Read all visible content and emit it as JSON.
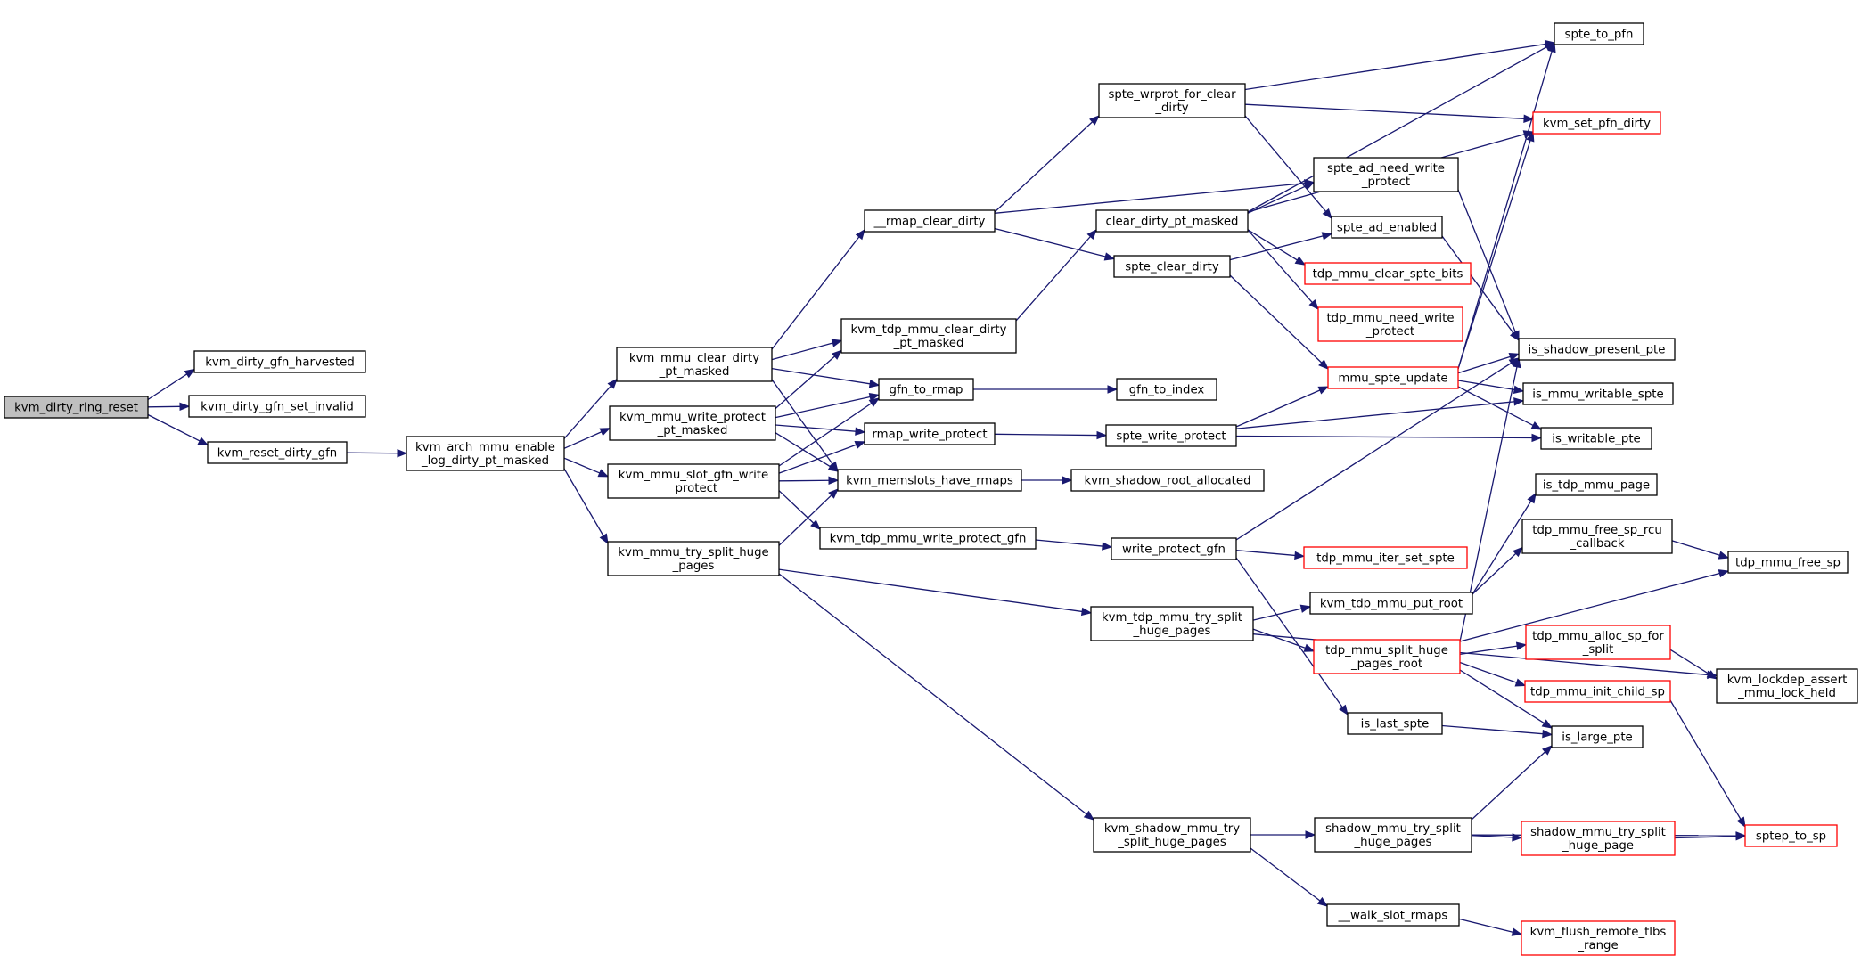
{
  "graph": {
    "root": "kvm_dirty_ring_reset",
    "colors": {
      "edge": "#191970",
      "root_fill": "#bfbfbf",
      "normal_border": "#000000",
      "truncated_border": "#ff0000",
      "background": "#ffffff"
    },
    "nodes": [
      {
        "id": "kvm_dirty_ring_reset",
        "lines": [
          "kvm_dirty_ring_reset"
        ],
        "kind": "root"
      },
      {
        "id": "kvm_dirty_gfn_harvested",
        "lines": [
          "kvm_dirty_gfn_harvested"
        ],
        "kind": "normal"
      },
      {
        "id": "kvm_dirty_gfn_set_invalid",
        "lines": [
          "kvm_dirty_gfn_set_invalid"
        ],
        "kind": "normal"
      },
      {
        "id": "kvm_reset_dirty_gfn",
        "lines": [
          "kvm_reset_dirty_gfn"
        ],
        "kind": "normal"
      },
      {
        "id": "kvm_arch_mmu_enable_log_dirty_pt_masked",
        "lines": [
          "kvm_arch_mmu_enable",
          "_log_dirty_pt_masked"
        ],
        "kind": "normal"
      },
      {
        "id": "kvm_mmu_clear_dirty_pt_masked",
        "lines": [
          "kvm_mmu_clear_dirty",
          "_pt_masked"
        ],
        "kind": "normal"
      },
      {
        "id": "kvm_mmu_write_protect_pt_masked",
        "lines": [
          "kvm_mmu_write_protect",
          "_pt_masked"
        ],
        "kind": "normal"
      },
      {
        "id": "kvm_mmu_slot_gfn_write_protect",
        "lines": [
          "kvm_mmu_slot_gfn_write",
          "_protect"
        ],
        "kind": "normal"
      },
      {
        "id": "kvm_mmu_try_split_huge_pages",
        "lines": [
          "kvm_mmu_try_split_huge",
          "_pages"
        ],
        "kind": "normal"
      },
      {
        "id": "__rmap_clear_dirty",
        "lines": [
          "__rmap_clear_dirty"
        ],
        "kind": "normal"
      },
      {
        "id": "kvm_tdp_mmu_clear_dirty_pt_masked",
        "lines": [
          "kvm_tdp_mmu_clear_dirty",
          "_pt_masked"
        ],
        "kind": "normal"
      },
      {
        "id": "gfn_to_rmap",
        "lines": [
          "gfn_to_rmap"
        ],
        "kind": "normal"
      },
      {
        "id": "rmap_write_protect",
        "lines": [
          "rmap_write_protect"
        ],
        "kind": "normal"
      },
      {
        "id": "kvm_memslots_have_rmaps",
        "lines": [
          "kvm_memslots_have_rmaps"
        ],
        "kind": "normal"
      },
      {
        "id": "kvm_tdp_mmu_write_protect_gfn",
        "lines": [
          "kvm_tdp_mmu_write_protect_gfn"
        ],
        "kind": "normal"
      },
      {
        "id": "spte_wrprot_for_clear_dirty",
        "lines": [
          "spte_wrprot_for_clear",
          "_dirty"
        ],
        "kind": "normal"
      },
      {
        "id": "clear_dirty_pt_masked",
        "lines": [
          "clear_dirty_pt_masked"
        ],
        "kind": "normal"
      },
      {
        "id": "spte_clear_dirty",
        "lines": [
          "spte_clear_dirty"
        ],
        "kind": "normal"
      },
      {
        "id": "gfn_to_index",
        "lines": [
          "gfn_to_index"
        ],
        "kind": "normal"
      },
      {
        "id": "spte_write_protect",
        "lines": [
          "spte_write_protect"
        ],
        "kind": "normal"
      },
      {
        "id": "kvm_shadow_root_allocated",
        "lines": [
          "kvm_shadow_root_allocated"
        ],
        "kind": "normal"
      },
      {
        "id": "write_protect_gfn",
        "lines": [
          "write_protect_gfn"
        ],
        "kind": "normal"
      },
      {
        "id": "kvm_tdp_mmu_try_split_huge_pages",
        "lines": [
          "kvm_tdp_mmu_try_split",
          "_huge_pages"
        ],
        "kind": "normal"
      },
      {
        "id": "kvm_shadow_mmu_try_split_huge_pages",
        "lines": [
          "kvm_shadow_mmu_try",
          "_split_huge_pages"
        ],
        "kind": "normal"
      },
      {
        "id": "spte_to_pfn",
        "lines": [
          "spte_to_pfn"
        ],
        "kind": "normal"
      },
      {
        "id": "kvm_set_pfn_dirty",
        "lines": [
          "kvm_set_pfn_dirty"
        ],
        "kind": "truncated"
      },
      {
        "id": "spte_ad_need_write_protect",
        "lines": [
          "spte_ad_need_write",
          "_protect"
        ],
        "kind": "normal"
      },
      {
        "id": "spte_ad_enabled",
        "lines": [
          "spte_ad_enabled"
        ],
        "kind": "normal"
      },
      {
        "id": "tdp_mmu_clear_spte_bits",
        "lines": [
          "tdp_mmu_clear_spte_bits"
        ],
        "kind": "truncated"
      },
      {
        "id": "tdp_mmu_need_write_protect",
        "lines": [
          "tdp_mmu_need_write",
          "_protect"
        ],
        "kind": "truncated"
      },
      {
        "id": "mmu_spte_update",
        "lines": [
          "mmu_spte_update"
        ],
        "kind": "truncated"
      },
      {
        "id": "is_shadow_present_pte",
        "lines": [
          "is_shadow_present_pte"
        ],
        "kind": "normal"
      },
      {
        "id": "is_mmu_writable_spte",
        "lines": [
          "is_mmu_writable_spte"
        ],
        "kind": "normal"
      },
      {
        "id": "is_writable_pte",
        "lines": [
          "is_writable_pte"
        ],
        "kind": "normal"
      },
      {
        "id": "is_tdp_mmu_page",
        "lines": [
          "is_tdp_mmu_page"
        ],
        "kind": "normal"
      },
      {
        "id": "tdp_mmu_iter_set_spte",
        "lines": [
          "tdp_mmu_iter_set_spte"
        ],
        "kind": "truncated"
      },
      {
        "id": "tdp_mmu_free_sp_rcu_callback",
        "lines": [
          "tdp_mmu_free_sp_rcu",
          "_callback"
        ],
        "kind": "normal"
      },
      {
        "id": "tdp_mmu_free_sp",
        "lines": [
          "tdp_mmu_free_sp"
        ],
        "kind": "normal"
      },
      {
        "id": "kvm_tdp_mmu_put_root",
        "lines": [
          "kvm_tdp_mmu_put_root"
        ],
        "kind": "normal"
      },
      {
        "id": "tdp_mmu_split_huge_pages_root",
        "lines": [
          "tdp_mmu_split_huge",
          "_pages_root"
        ],
        "kind": "truncated"
      },
      {
        "id": "tdp_mmu_alloc_sp_for_split",
        "lines": [
          "tdp_mmu_alloc_sp_for",
          "_split"
        ],
        "kind": "truncated"
      },
      {
        "id": "kvm_lockdep_assert_mmu_lock_held",
        "lines": [
          "kvm_lockdep_assert",
          "_mmu_lock_held"
        ],
        "kind": "normal"
      },
      {
        "id": "tdp_mmu_init_child_sp",
        "lines": [
          "tdp_mmu_init_child_sp"
        ],
        "kind": "truncated"
      },
      {
        "id": "is_last_spte",
        "lines": [
          "is_last_spte"
        ],
        "kind": "normal"
      },
      {
        "id": "is_large_pte",
        "lines": [
          "is_large_pte"
        ],
        "kind": "normal"
      },
      {
        "id": "shadow_mmu_try_split_huge_pages",
        "lines": [
          "shadow_mmu_try_split",
          "_huge_pages"
        ],
        "kind": "normal"
      },
      {
        "id": "shadow_mmu_try_split_huge_page",
        "lines": [
          "shadow_mmu_try_split",
          "_huge_page"
        ],
        "kind": "truncated"
      },
      {
        "id": "sptep_to_sp",
        "lines": [
          "sptep_to_sp"
        ],
        "kind": "truncated"
      },
      {
        "id": "__walk_slot_rmaps",
        "lines": [
          "__walk_slot_rmaps"
        ],
        "kind": "normal"
      },
      {
        "id": "kvm_flush_remote_tlbs_range",
        "lines": [
          "kvm_flush_remote_tlbs",
          "_range"
        ],
        "kind": "truncated"
      }
    ],
    "edges": [
      [
        "kvm_dirty_ring_reset",
        "kvm_dirty_gfn_harvested"
      ],
      [
        "kvm_dirty_ring_reset",
        "kvm_dirty_gfn_set_invalid"
      ],
      [
        "kvm_dirty_ring_reset",
        "kvm_reset_dirty_gfn"
      ],
      [
        "kvm_reset_dirty_gfn",
        "kvm_arch_mmu_enable_log_dirty_pt_masked"
      ],
      [
        "kvm_arch_mmu_enable_log_dirty_pt_masked",
        "kvm_mmu_clear_dirty_pt_masked"
      ],
      [
        "kvm_arch_mmu_enable_log_dirty_pt_masked",
        "kvm_mmu_write_protect_pt_masked"
      ],
      [
        "kvm_arch_mmu_enable_log_dirty_pt_masked",
        "kvm_mmu_slot_gfn_write_protect"
      ],
      [
        "kvm_arch_mmu_enable_log_dirty_pt_masked",
        "kvm_mmu_try_split_huge_pages"
      ],
      [
        "kvm_mmu_clear_dirty_pt_masked",
        "__rmap_clear_dirty"
      ],
      [
        "kvm_mmu_clear_dirty_pt_masked",
        "kvm_tdp_mmu_clear_dirty_pt_masked"
      ],
      [
        "kvm_mmu_clear_dirty_pt_masked",
        "gfn_to_rmap"
      ],
      [
        "kvm_mmu_clear_dirty_pt_masked",
        "kvm_memslots_have_rmaps"
      ],
      [
        "kvm_mmu_write_protect_pt_masked",
        "gfn_to_rmap"
      ],
      [
        "kvm_mmu_write_protect_pt_masked",
        "rmap_write_protect"
      ],
      [
        "kvm_mmu_write_protect_pt_masked",
        "kvm_memslots_have_rmaps"
      ],
      [
        "kvm_mmu_write_protect_pt_masked",
        "kvm_tdp_mmu_clear_dirty_pt_masked"
      ],
      [
        "kvm_mmu_slot_gfn_write_protect",
        "gfn_to_rmap"
      ],
      [
        "kvm_mmu_slot_gfn_write_protect",
        "rmap_write_protect"
      ],
      [
        "kvm_mmu_slot_gfn_write_protect",
        "kvm_memslots_have_rmaps"
      ],
      [
        "kvm_mmu_slot_gfn_write_protect",
        "kvm_tdp_mmu_write_protect_gfn"
      ],
      [
        "kvm_mmu_try_split_huge_pages",
        "kvm_memslots_have_rmaps"
      ],
      [
        "kvm_mmu_try_split_huge_pages",
        "kvm_tdp_mmu_try_split_huge_pages"
      ],
      [
        "kvm_mmu_try_split_huge_pages",
        "kvm_shadow_mmu_try_split_huge_pages"
      ],
      [
        "__rmap_clear_dirty",
        "spte_wrprot_for_clear_dirty"
      ],
      [
        "__rmap_clear_dirty",
        "spte_ad_need_write_protect"
      ],
      [
        "__rmap_clear_dirty",
        "spte_clear_dirty"
      ],
      [
        "kvm_tdp_mmu_clear_dirty_pt_masked",
        "clear_dirty_pt_masked"
      ],
      [
        "gfn_to_rmap",
        "gfn_to_index"
      ],
      [
        "rmap_write_protect",
        "spte_write_protect"
      ],
      [
        "kvm_memslots_have_rmaps",
        "kvm_shadow_root_allocated"
      ],
      [
        "kvm_tdp_mmu_write_protect_gfn",
        "write_protect_gfn"
      ],
      [
        "spte_wrprot_for_clear_dirty",
        "spte_to_pfn"
      ],
      [
        "spte_wrprot_for_clear_dirty",
        "kvm_set_pfn_dirty"
      ],
      [
        "spte_wrprot_for_clear_dirty",
        "spte_ad_enabled"
      ],
      [
        "clear_dirty_pt_masked",
        "spte_to_pfn"
      ],
      [
        "clear_dirty_pt_masked",
        "kvm_set_pfn_dirty"
      ],
      [
        "clear_dirty_pt_masked",
        "spte_ad_need_write_protect"
      ],
      [
        "clear_dirty_pt_masked",
        "tdp_mmu_clear_spte_bits"
      ],
      [
        "clear_dirty_pt_masked",
        "tdp_mmu_need_write_protect"
      ],
      [
        "spte_clear_dirty",
        "spte_ad_enabled"
      ],
      [
        "spte_clear_dirty",
        "mmu_spte_update"
      ],
      [
        "spte_write_protect",
        "mmu_spte_update"
      ],
      [
        "spte_write_protect",
        "is_mmu_writable_spte"
      ],
      [
        "spte_write_protect",
        "is_writable_pte"
      ],
      [
        "spte_ad_need_write_protect",
        "is_shadow_present_pte"
      ],
      [
        "spte_ad_enabled",
        "is_shadow_present_pte"
      ],
      [
        "mmu_spte_update",
        "spte_to_pfn"
      ],
      [
        "mmu_spte_update",
        "kvm_set_pfn_dirty"
      ],
      [
        "mmu_spte_update",
        "is_shadow_present_pte"
      ],
      [
        "mmu_spte_update",
        "is_mmu_writable_spte"
      ],
      [
        "mmu_spte_update",
        "is_writable_pte"
      ],
      [
        "write_protect_gfn",
        "is_shadow_present_pte"
      ],
      [
        "write_protect_gfn",
        "tdp_mmu_iter_set_spte"
      ],
      [
        "write_protect_gfn",
        "is_last_spte"
      ],
      [
        "kvm_tdp_mmu_try_split_huge_pages",
        "kvm_tdp_mmu_put_root"
      ],
      [
        "kvm_tdp_mmu_try_split_huge_pages",
        "tdp_mmu_split_huge_pages_root"
      ],
      [
        "kvm_tdp_mmu_try_split_huge_pages",
        "kvm_lockdep_assert_mmu_lock_held"
      ],
      [
        "kvm_tdp_mmu_put_root",
        "is_tdp_mmu_page"
      ],
      [
        "kvm_tdp_mmu_put_root",
        "tdp_mmu_free_sp_rcu_callback"
      ],
      [
        "tdp_mmu_free_sp_rcu_callback",
        "tdp_mmu_free_sp"
      ],
      [
        "tdp_mmu_split_huge_pages_root",
        "is_shadow_present_pte"
      ],
      [
        "tdp_mmu_split_huge_pages_root",
        "tdp_mmu_free_sp"
      ],
      [
        "tdp_mmu_split_huge_pages_root",
        "tdp_mmu_alloc_sp_for_split"
      ],
      [
        "tdp_mmu_split_huge_pages_root",
        "tdp_mmu_init_child_sp"
      ],
      [
        "tdp_mmu_split_huge_pages_root",
        "is_large_pte"
      ],
      [
        "tdp_mmu_alloc_sp_for_split",
        "kvm_lockdep_assert_mmu_lock_held"
      ],
      [
        "tdp_mmu_init_child_sp",
        "sptep_to_sp"
      ],
      [
        "is_last_spte",
        "is_large_pte"
      ],
      [
        "kvm_shadow_mmu_try_split_huge_pages",
        "shadow_mmu_try_split_huge_pages"
      ],
      [
        "kvm_shadow_mmu_try_split_huge_pages",
        "__walk_slot_rmaps"
      ],
      [
        "shadow_mmu_try_split_huge_pages",
        "is_large_pte"
      ],
      [
        "shadow_mmu_try_split_huge_pages",
        "shadow_mmu_try_split_huge_page"
      ],
      [
        "shadow_mmu_try_split_huge_pages",
        "sptep_to_sp"
      ],
      [
        "shadow_mmu_try_split_huge_page",
        "sptep_to_sp"
      ],
      [
        "__walk_slot_rmaps",
        "kvm_flush_remote_tlbs_range"
      ]
    ]
  }
}
